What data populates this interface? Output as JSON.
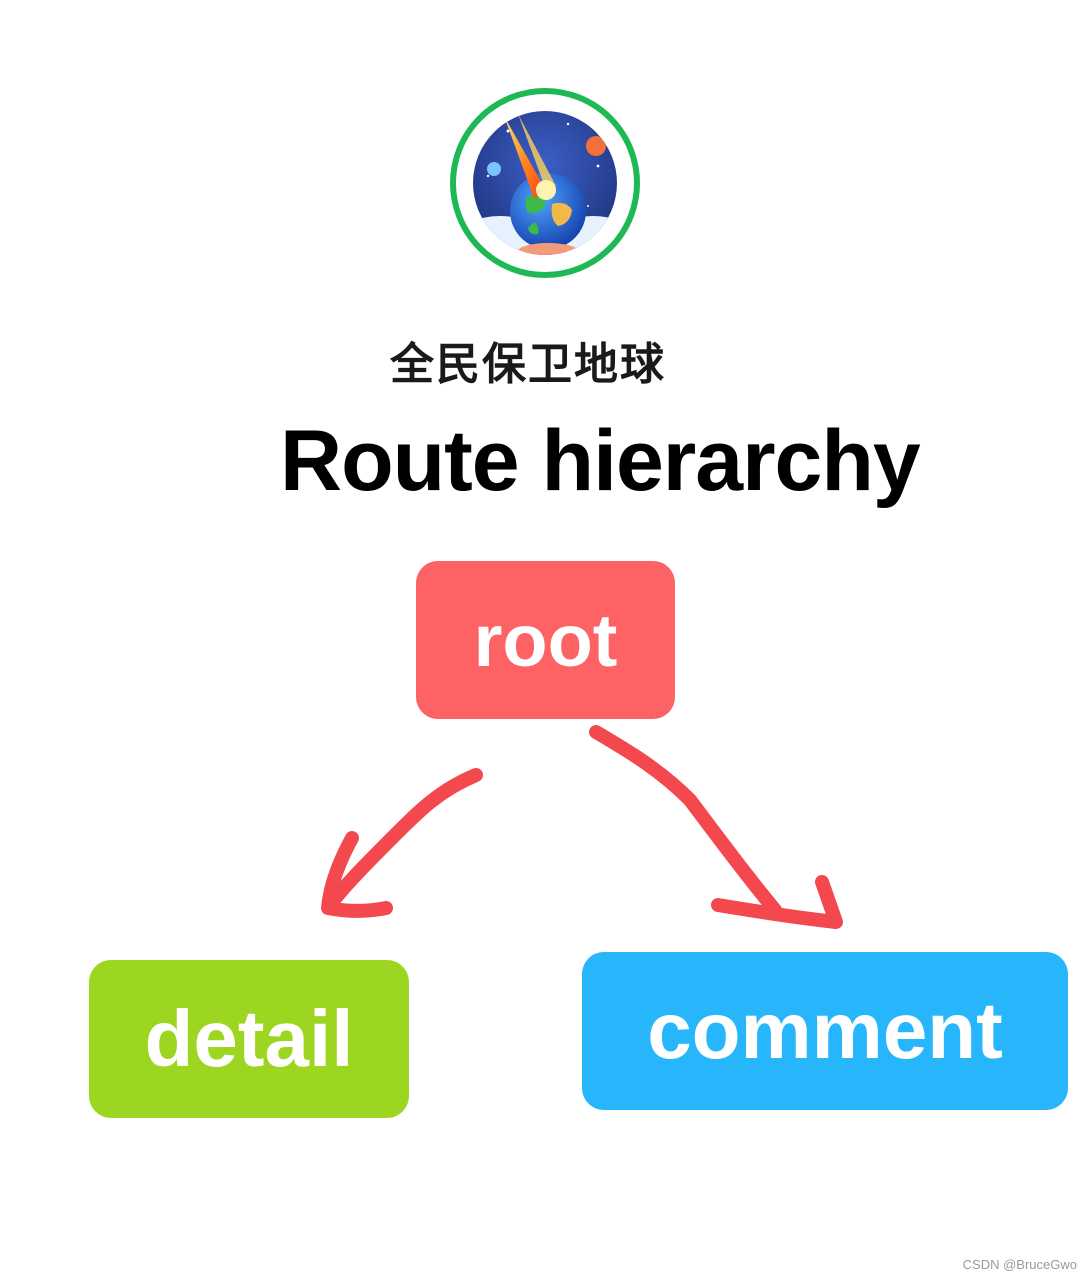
{
  "app_name": "全民保卫地球",
  "title": "Route hierarchy",
  "nodes": {
    "root": {
      "label": "root",
      "color": "#fd6265"
    },
    "detail": {
      "label": "detail",
      "color": "#9cd620"
    },
    "comment": {
      "label": "comment",
      "color": "#27b6fb"
    }
  },
  "edges": [
    {
      "from": "root",
      "to": "detail"
    },
    {
      "from": "root",
      "to": "comment"
    }
  ],
  "arrow_color": "#f3484d",
  "avatar_ring_color": "#1db954",
  "avatar_icon": "earth-meteor-icon",
  "watermark": "CSDN @BruceGwo"
}
